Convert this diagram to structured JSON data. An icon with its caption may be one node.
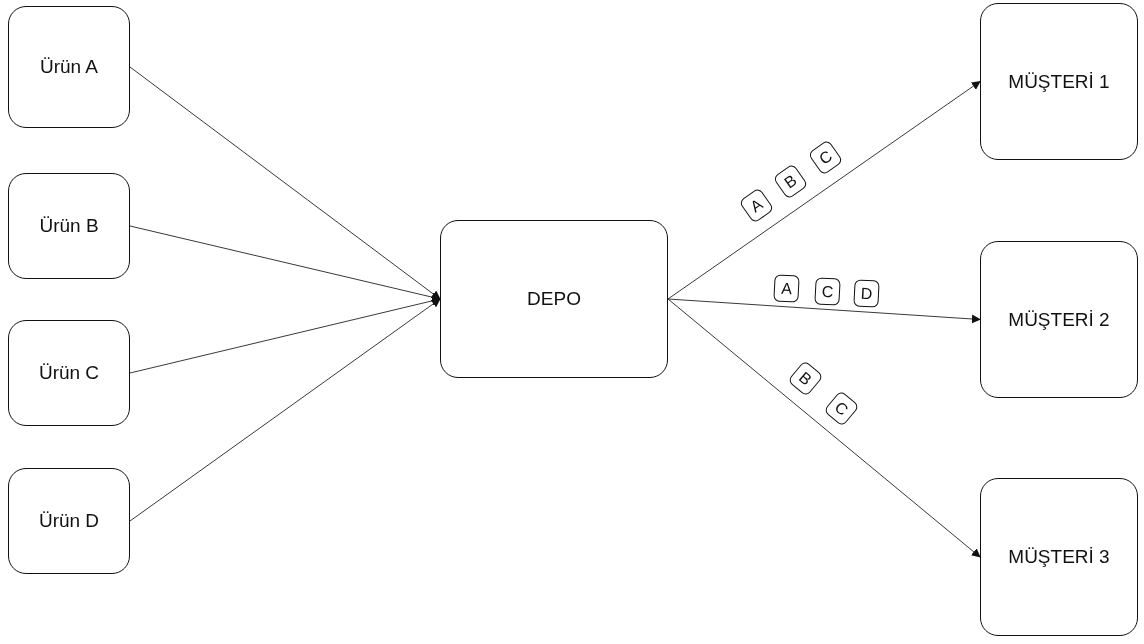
{
  "diagram": {
    "nodes": [
      {
        "text": [
          "Ürün A"
        ]
      },
      {
        "text": [
          "Ürün B"
        ]
      },
      {
        "text": [
          "Ürün C"
        ]
      },
      {
        "text": [
          "Ürün D"
        ]
      },
      {
        "text": [
          "DEPO"
        ]
      },
      {
        "text": [
          "MÜŞTERİ 1"
        ]
      },
      {
        "text": [
          "MÜŞTERİ 2"
        ]
      },
      {
        "text": [
          "MÜŞTERİ 3"
        ]
      },
      {
        "text": [
          "A"
        ]
      },
      {
        "text": [
          "B"
        ]
      },
      {
        "text": [
          "C"
        ]
      },
      {
        "text": [
          "A"
        ]
      },
      {
        "text": [
          "C"
        ]
      },
      {
        "text": [
          "D"
        ]
      },
      {
        "text": [
          "B"
        ]
      },
      {
        "text": [
          "C"
        ]
      }
    ],
    "edges": [
      {
        "from": 0,
        "to": 4,
        "arrow": "to"
      },
      {
        "from": 1,
        "to": 4,
        "arrow": "to"
      },
      {
        "from": 2,
        "to": 4,
        "arrow": "to"
      },
      {
        "from": 3,
        "to": 4,
        "arrow": "to"
      },
      {
        "from": 4,
        "to": 5,
        "arrow": "to"
      },
      {
        "from": 4,
        "to": 6,
        "arrow": "to"
      },
      {
        "from": 4,
        "to": 7,
        "arrow": "to"
      }
    ]
  }
}
